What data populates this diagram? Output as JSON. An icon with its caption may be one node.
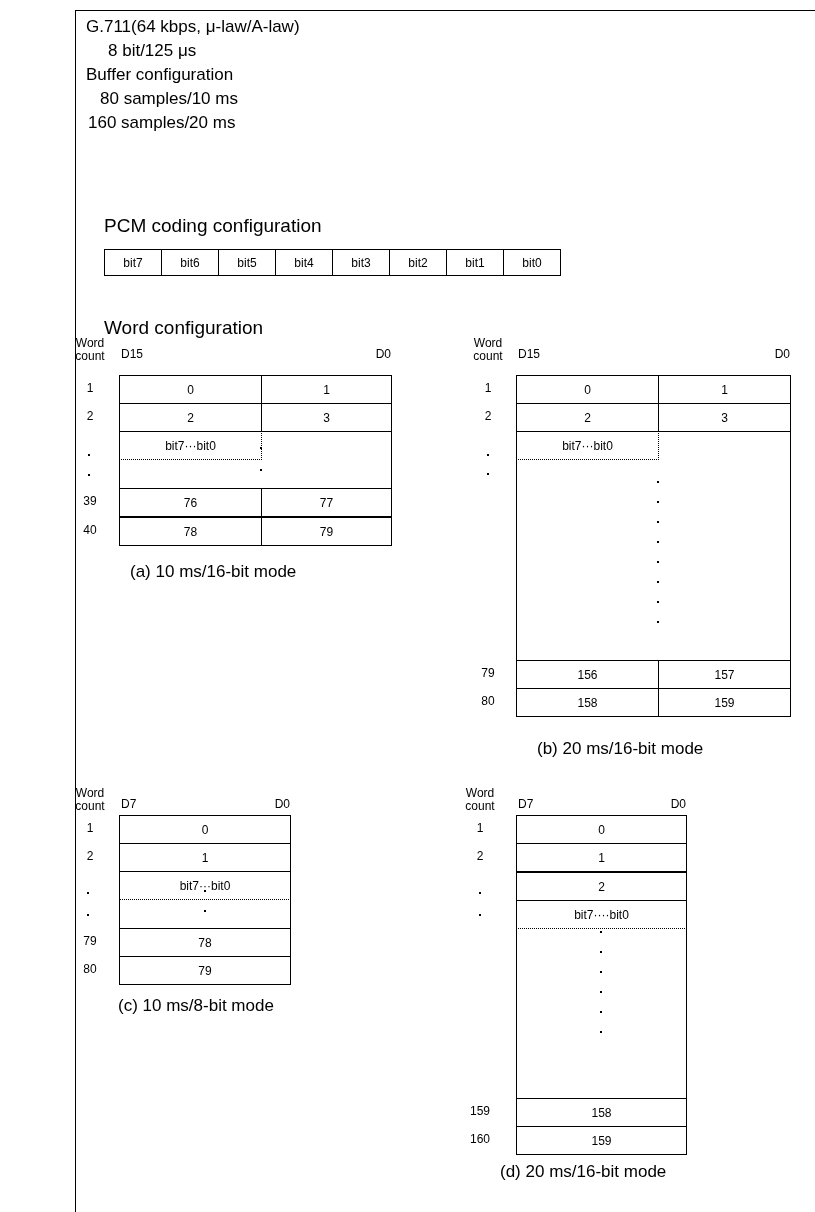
{
  "diagram": {
    "labels": [
      "G.711(64 kbps, μ-law/A-law)",
      "8 bit/125 μs",
      "Buffer configuration",
      "80 samples/10 ms",
      "160 samples/20 ms",
      "PCM coding configuration",
      "bit7",
      "bit6",
      "bit5",
      "bit4",
      "bit3",
      "bit2",
      "bit1",
      "bit0",
      "Word configuration",
      "Word count",
      "D15",
      "D0",
      "1",
      "0",
      "1",
      "2",
      "2",
      "3",
      "bit7···bit0",
      "39",
      "76",
      "77",
      "40",
      "78",
      "79",
      "(a) 10 ms/16-bit mode",
      "Word count",
      "D15",
      "D0",
      "1",
      "0",
      "1",
      "2",
      "2",
      "3",
      "bit7···bit0",
      "79",
      "156",
      "157",
      "80",
      "158",
      "159",
      "(b) 20 ms/16-bit mode",
      "Word count",
      "D7",
      "D0",
      "1",
      "0",
      "2",
      "1",
      "bit7···bit0",
      "79",
      "78",
      "80",
      "79",
      "(c) 10 ms/8-bit mode",
      "Word count",
      "D7",
      "D0",
      "1",
      "0",
      "2",
      "1",
      "2",
      "bit7····bit0",
      "159",
      "158",
      "160",
      "159",
      "(d) 20 ms/16-bit mode"
    ]
  }
}
